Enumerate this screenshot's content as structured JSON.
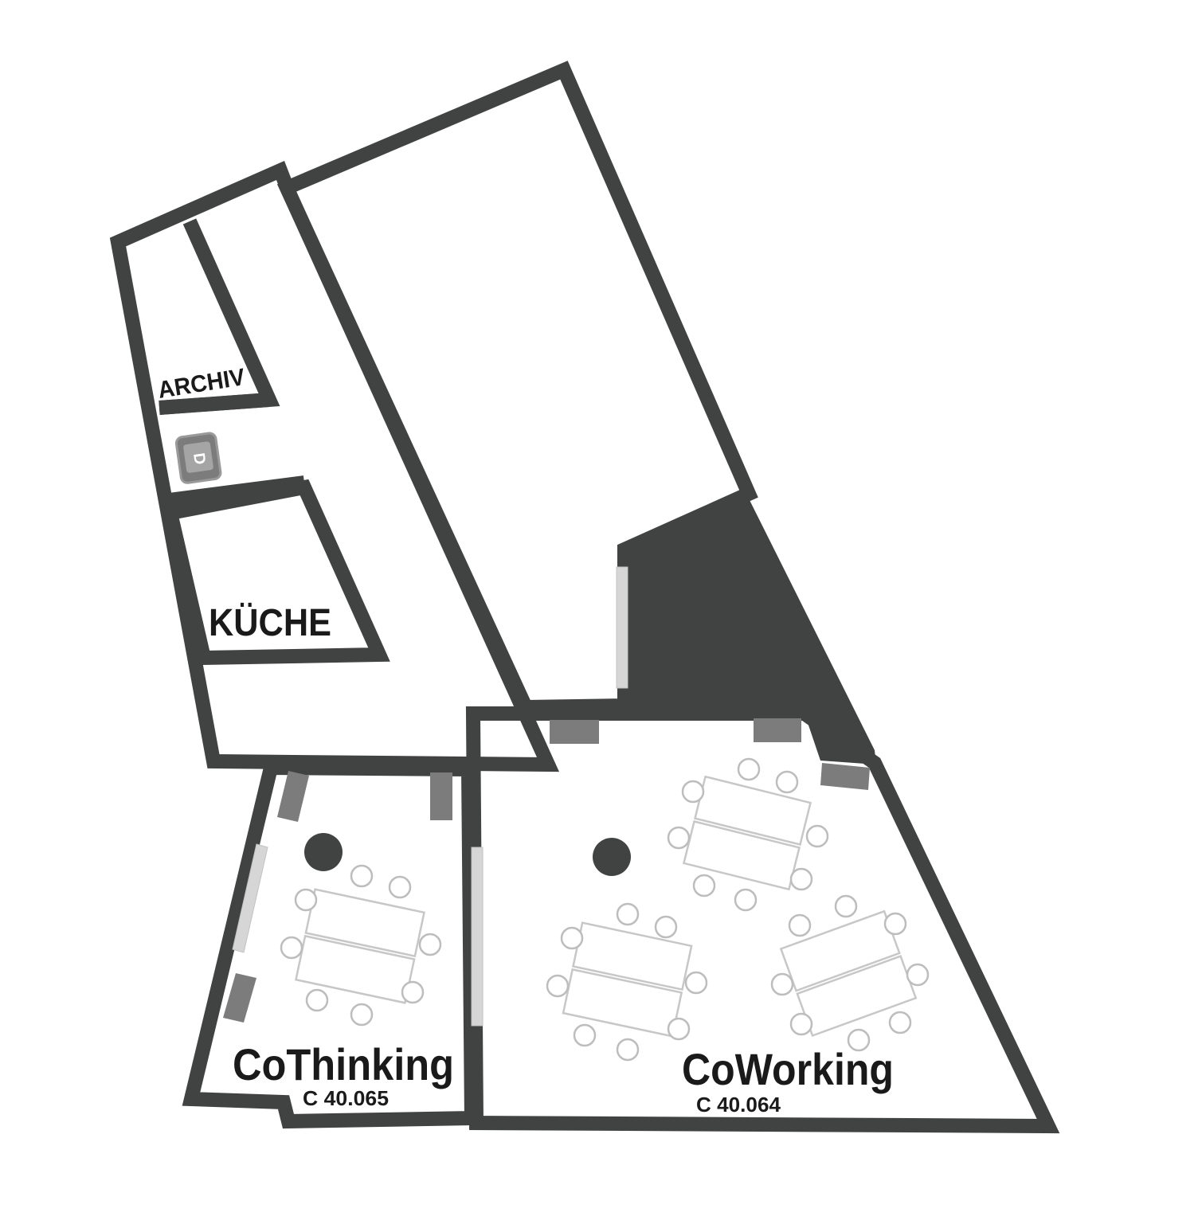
{
  "map": {
    "colors": {
      "wall": "#414342",
      "window": "#d6d6d6",
      "fixture": "#7c7c7c",
      "furniture_stroke": "#c7c7c7",
      "background": "#ffffff"
    },
    "rooms": {
      "archiv": {
        "label": "ARCHIV"
      },
      "kueche": {
        "label": "KÜCHE"
      },
      "cothinking": {
        "label": "CoThinking",
        "number": "C 40.065"
      },
      "coworking": {
        "label": "CoWorking",
        "number": "C 40.064"
      }
    },
    "icons": {
      "lift": {
        "letter": "D",
        "icon": "lift-icon"
      }
    }
  }
}
